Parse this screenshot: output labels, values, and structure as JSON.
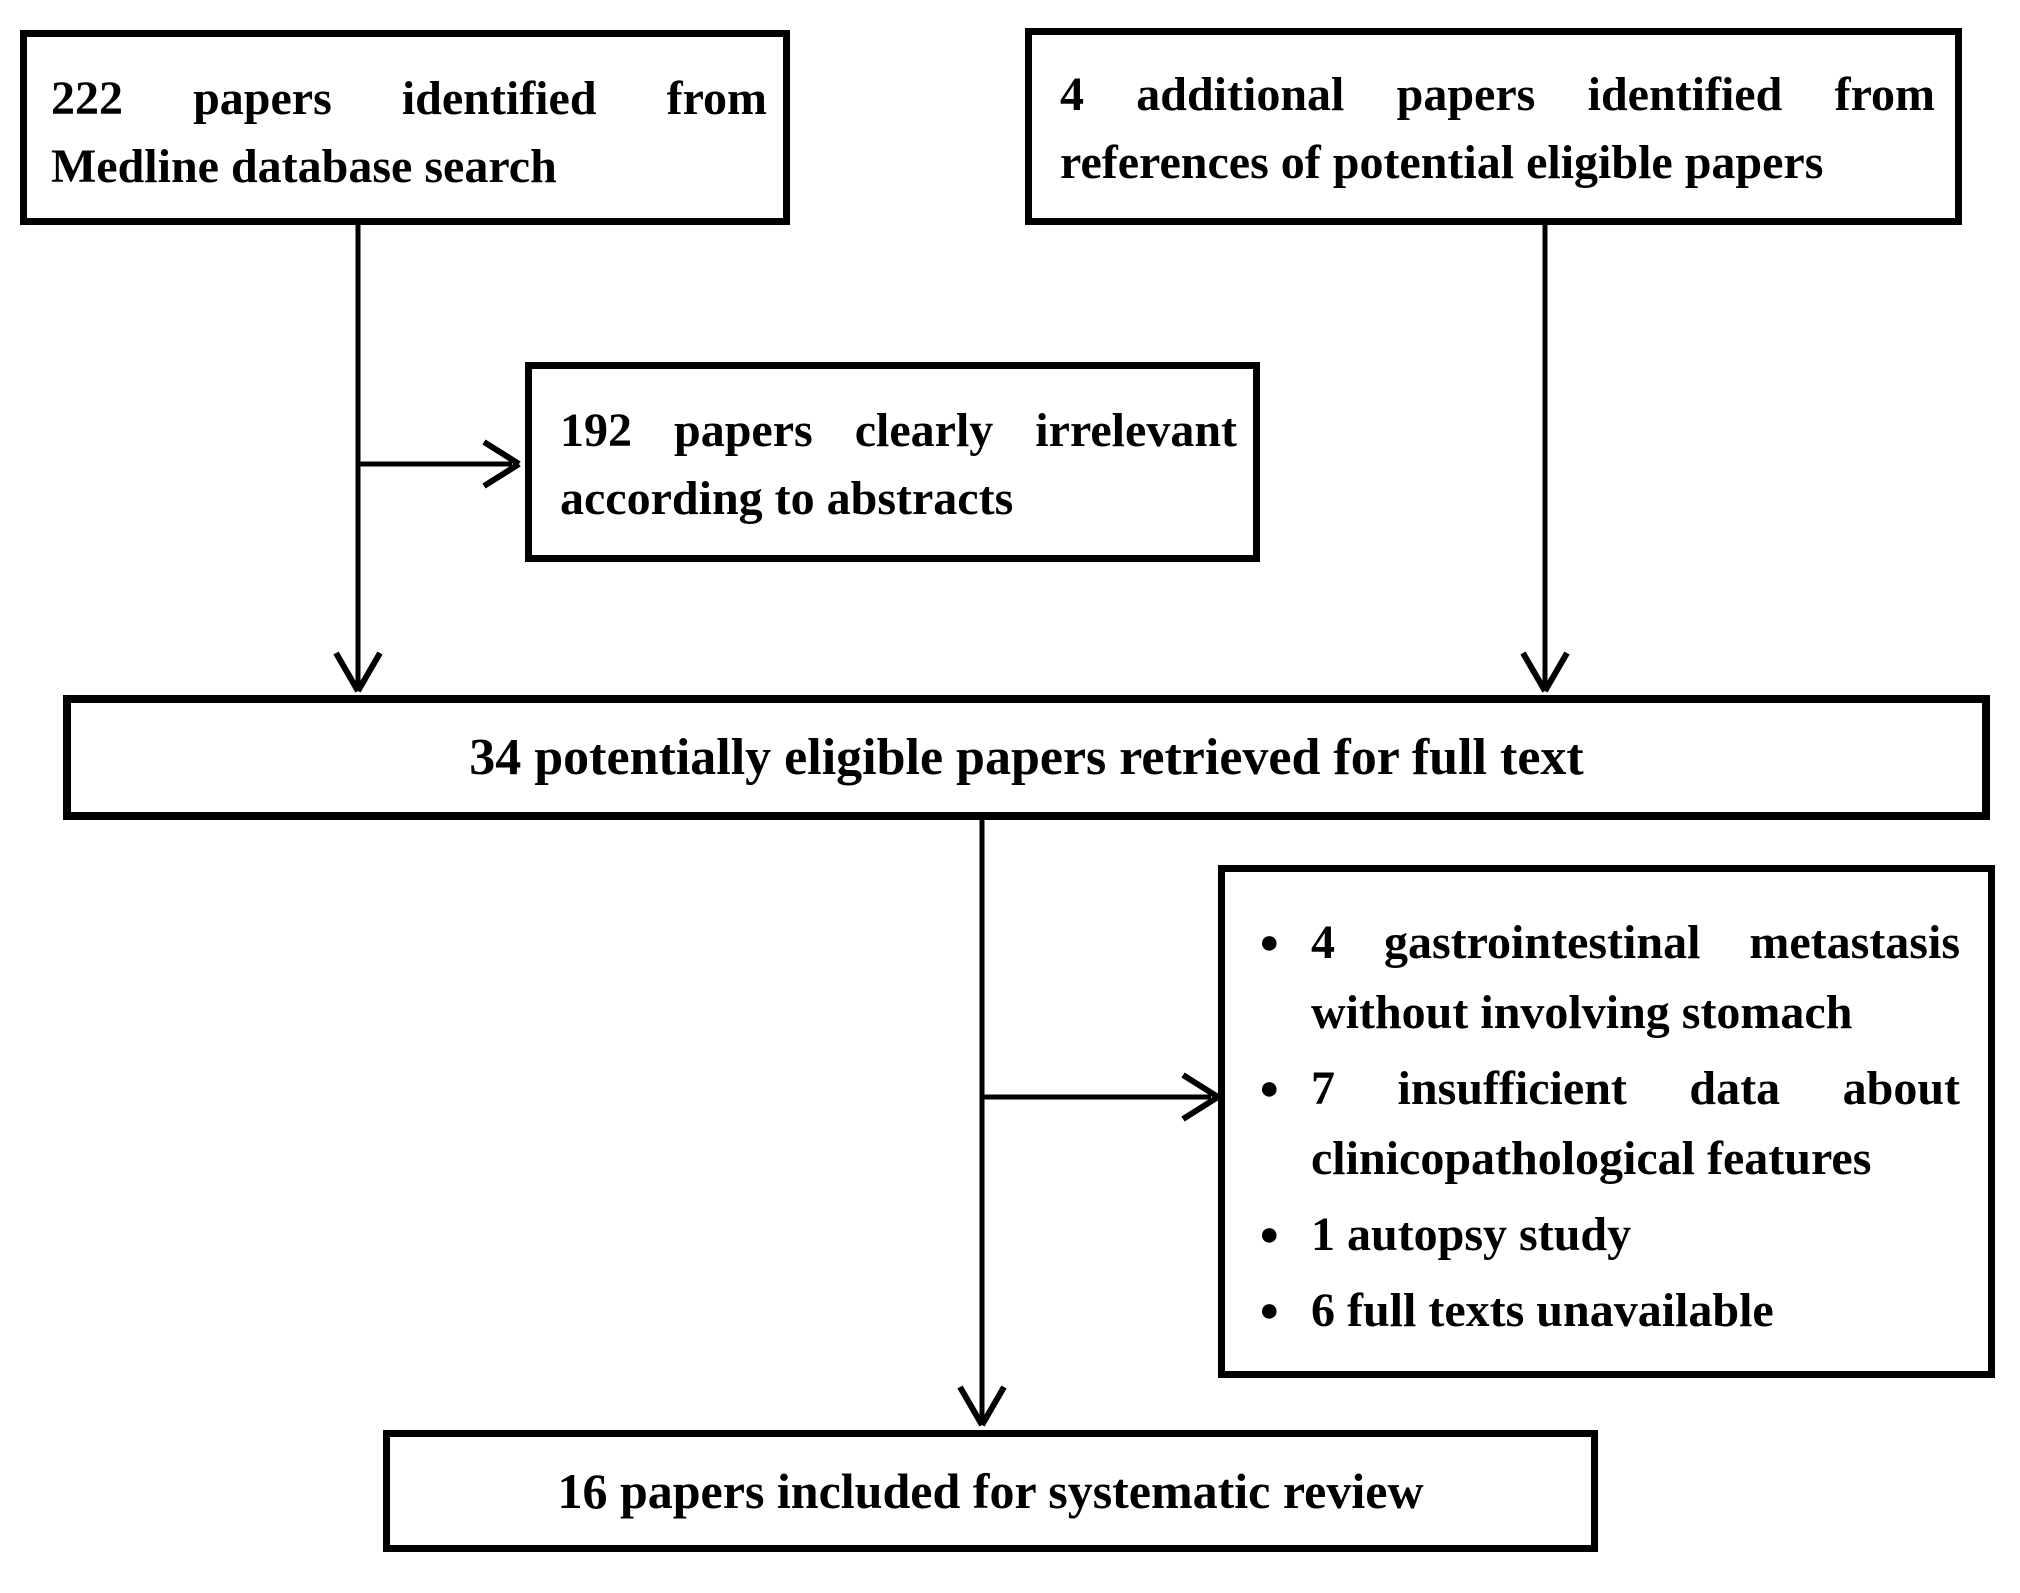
{
  "figure": {
    "type": "flowchart",
    "background_color": "#ffffff",
    "line_color": "#000000",
    "text_color": "#000000",
    "bullet_glyph": "●",
    "boxes": {
      "medline": {
        "text": "222 papers identified from Medline database search"
      },
      "additional": {
        "text": "4 additional papers identified from references of potential eligible papers"
      },
      "irrelevant": {
        "text": "192 papers clearly irrelevant according to abstracts"
      },
      "eligible": {
        "text": "34 potentially eligible papers retrieved for full text"
      },
      "excluded": {
        "items": [
          "4 gastrointestinal metastasis without involving stomach",
          "7 insufficient data about clinicopathological features",
          "1 autopsy study",
          "6 full texts unavailable"
        ]
      },
      "included": {
        "text": "16 papers included for systematic review"
      }
    }
  }
}
